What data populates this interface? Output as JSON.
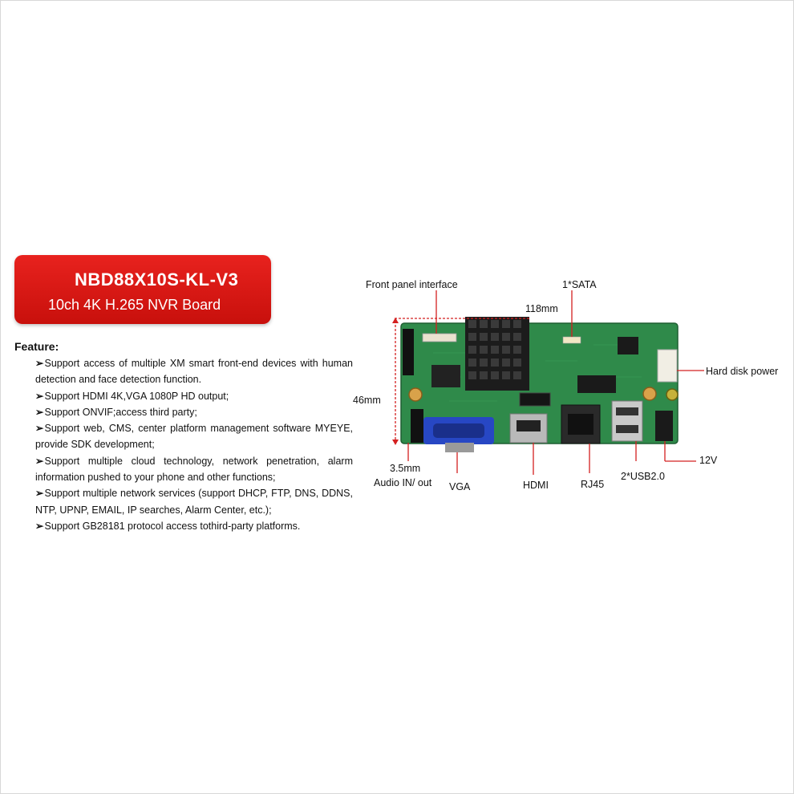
{
  "title_box": {
    "model": "NBD88X10S-KL-V3",
    "subtitle": "10ch 4K H.265 NVR Board"
  },
  "features": {
    "heading": "Feature:",
    "items": [
      "Support access of multiple XM smart front-end devices with human detection and face detection function.",
      "Support HDMI 4K,VGA 1080P HD output;",
      "Support ONVIF;access third party;",
      "Support web, CMS, center platform management software MYEYE, provide SDK development;",
      "Support multiple cloud technology, network penetration, alarm information pushed to your phone and other functions;",
      "Support multiple network services (support DHCP, FTP, DNS, DDNS, NTP, UPNP, EMAIL, IP searches, Alarm Center, etc.);",
      "Support GB28181 protocol access tothird-party platforms."
    ]
  },
  "diagram": {
    "front_panel": "Front panel interface",
    "sata": "1*SATA",
    "width": "118mm",
    "height": "46mm",
    "hdd_power": "Hard disk power",
    "audio_line1": "3.5mm",
    "audio_line2": "Audio IN/ out",
    "vga": "VGA",
    "hdmi": "HDMI",
    "rj45": "RJ45",
    "usb": "2*USB2.0",
    "dc": "12V"
  },
  "colors": {
    "title_red": "#d8160f",
    "pcb_green": "#2f8a4a",
    "callout_red": "#d42020"
  }
}
